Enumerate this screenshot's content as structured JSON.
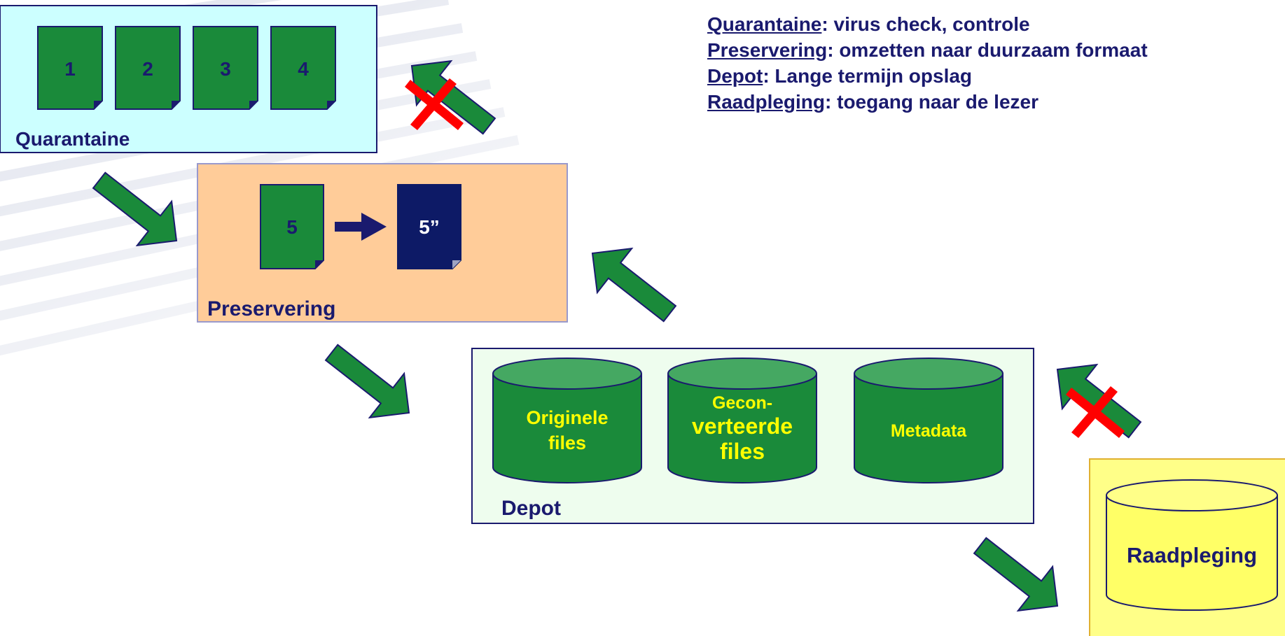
{
  "colors": {
    "navy": "#1a1a6e",
    "green": "#1a8a3a",
    "green_top": "#45a862",
    "yellow_text": "#ffff00",
    "quarantaine_bg": "#ccffff",
    "preservering_bg": "#ffcc99",
    "depot_bg": "#eefdee",
    "raadpleging_bg": "#ffff88",
    "cylinder_yellow": "#ffff66",
    "red_cross": "#ff0000"
  },
  "legend": [
    {
      "term": "Quarantaine",
      "desc": ": virus check, controle"
    },
    {
      "term": "Preservering",
      "desc": ": omzetten naar duurzaam formaat"
    },
    {
      "term": "Depot",
      "desc": ": Lange termijn opslag"
    },
    {
      "term": "Raadpleging",
      "desc": ": toegang naar de lezer"
    }
  ],
  "quarantaine": {
    "label": "Quarantaine",
    "files": [
      "1",
      "2",
      "3",
      "4"
    ]
  },
  "preservering": {
    "label": "Preservering",
    "source_file": "5",
    "target_file": "5”"
  },
  "depot": {
    "label": "Depot",
    "cylinders": [
      {
        "lines": [
          "Originele",
          "files"
        ]
      },
      {
        "lines": [
          "Gecon-",
          "verteerde",
          "files"
        ]
      },
      {
        "lines": [
          "Metadata"
        ]
      }
    ]
  },
  "raadpleging": {
    "label": "Raadpleging"
  },
  "flows": [
    {
      "name": "quarantaine-to-preservering",
      "blocked": false
    },
    {
      "name": "preservering-to-depot",
      "blocked": false
    },
    {
      "name": "depot-to-raadpleging",
      "blocked": false
    },
    {
      "name": "preservering-to-quarantaine",
      "blocked": true
    },
    {
      "name": "depot-to-preservering",
      "blocked": false
    },
    {
      "name": "raadpleging-to-depot",
      "blocked": true
    }
  ]
}
